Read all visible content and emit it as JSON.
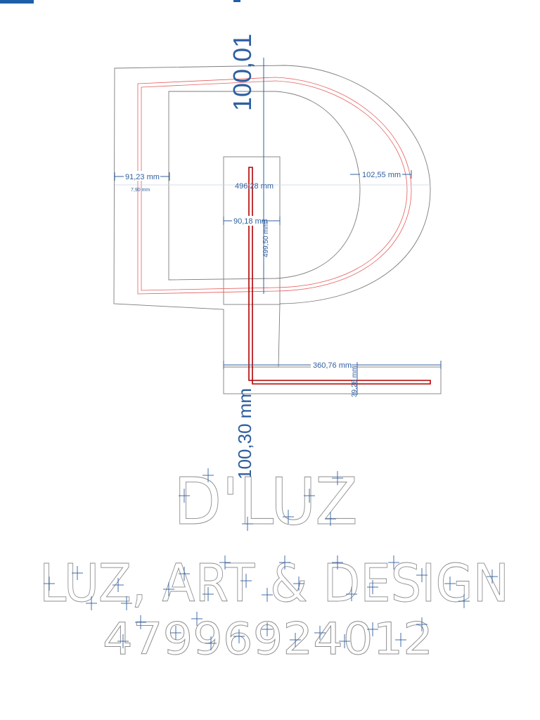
{
  "top_bar_color": "#1f5fa8",
  "dimension_color": "#2f5f9f",
  "outline_color": "#8c8c8c",
  "red_path_color": "#e65c5c",
  "dimensions": {
    "top_height": "100,01",
    "bottom_height": "100,30 mm",
    "left_width": "91,23 mm",
    "left_small": "7,90 mm",
    "right_width": "102,55 mm",
    "center_width": "496,28 mm",
    "inner_width": "90,18 mm",
    "vertical_length": "499,50 mm",
    "horizontal_length": "360,76 mm",
    "bar_height": "39,28 mm"
  },
  "text_lines": {
    "line1": "D'LUZ",
    "line2": "LUZ, ART & DESIGN",
    "line3": "47996924012"
  }
}
